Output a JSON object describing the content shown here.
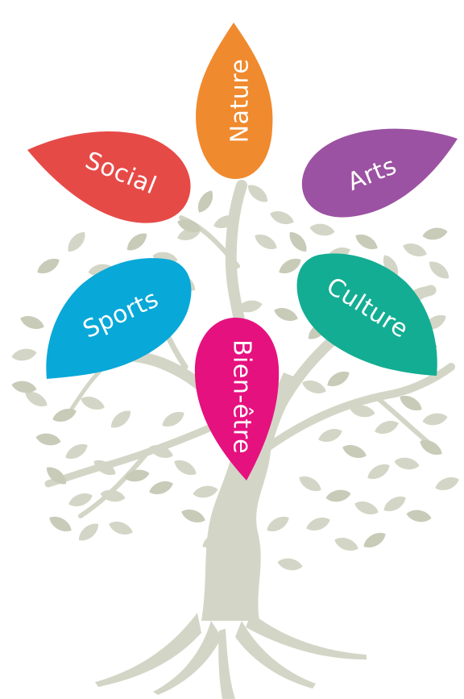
{
  "colors": {
    "tree": "#d3d6c6",
    "tree_dark": "#c7cbb8",
    "label_text": "#ffffff"
  },
  "petals": [
    {
      "label": "Nature",
      "color": "#f08a2e",
      "icon": "leaf-petal"
    },
    {
      "label": "Social",
      "color": "#e64a47",
      "icon": "leaf-petal"
    },
    {
      "label": "Arts",
      "color": "#9c52a2",
      "icon": "leaf-petal"
    },
    {
      "label": "Sports",
      "color": "#08a8d8",
      "icon": "leaf-petal"
    },
    {
      "label": "Culture",
      "color": "#13ad93",
      "icon": "leaf-petal"
    },
    {
      "label": "Bien-être",
      "color": "#e5117f",
      "icon": "leaf-petal"
    }
  ]
}
